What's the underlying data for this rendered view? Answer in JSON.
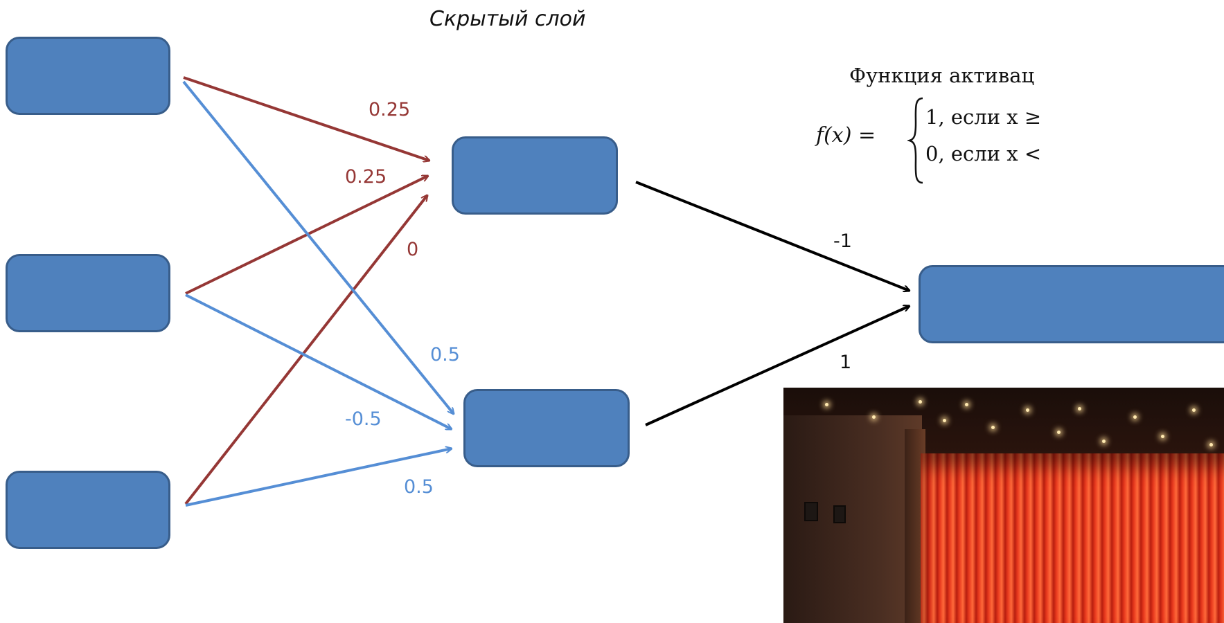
{
  "title": "Скрытый слой",
  "activation": {
    "heading": "Функция  активац",
    "lhs": "f(x) =",
    "case1": "1, если x ≥",
    "case2": "0, если x <"
  },
  "weights": {
    "in1_h1": "0.25",
    "in2_h1": "0.25",
    "in3_h1": "0",
    "in1_h2": "0.5",
    "in2_h2": "-0.5",
    "in3_h2": "0.5",
    "h1_out": "-1",
    "h2_out": "1"
  },
  "colors": {
    "node_fill": "#4f81bd",
    "node_border": "#385d8a",
    "edge_red": "#953735",
    "edge_blue": "#558ed5",
    "edge_black": "#000000"
  }
}
